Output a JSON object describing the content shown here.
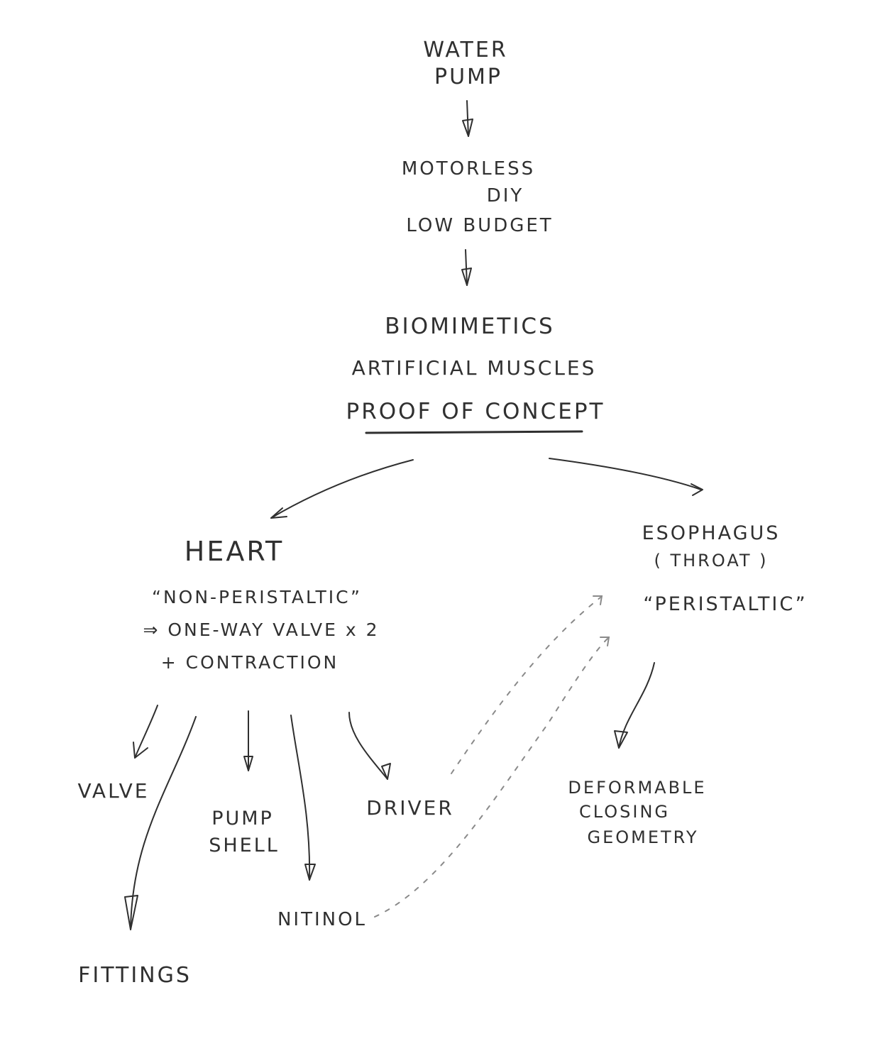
{
  "nodes": {
    "water_pump": [
      "WATER",
      "PUMP"
    ],
    "requirements": [
      "MOTORLESS",
      "DIY",
      "LOW BUDGET"
    ],
    "approach": [
      "BIOMIMETICS",
      "ARTIFICIAL MUSCLES",
      "PROOF OF CONCEPT"
    ],
    "heart": {
      "title": "HEART",
      "notes": [
        "“NON-PERISTALTIC”",
        "⇒ ONE-WAY VALVE x 2",
        "+ CONTRACTION"
      ]
    },
    "esophagus": {
      "title": "ESOPHAGUS",
      "subtitle": "( THROAT )",
      "note": "“PERISTALTIC”"
    },
    "valve": "VALVE",
    "fittings": "FITTINGS",
    "pump_shell": [
      "PUMP",
      "SHELL"
    ],
    "nitinol": "NITINOL",
    "driver": "DRIVER",
    "deformable": [
      "DEFORMABLE",
      "CLOSING",
      "GEOMETRY"
    ]
  },
  "colors": {
    "ink": "#2f2f2f",
    "dashed": "#8a8a8a",
    "background": "#ffffff"
  }
}
